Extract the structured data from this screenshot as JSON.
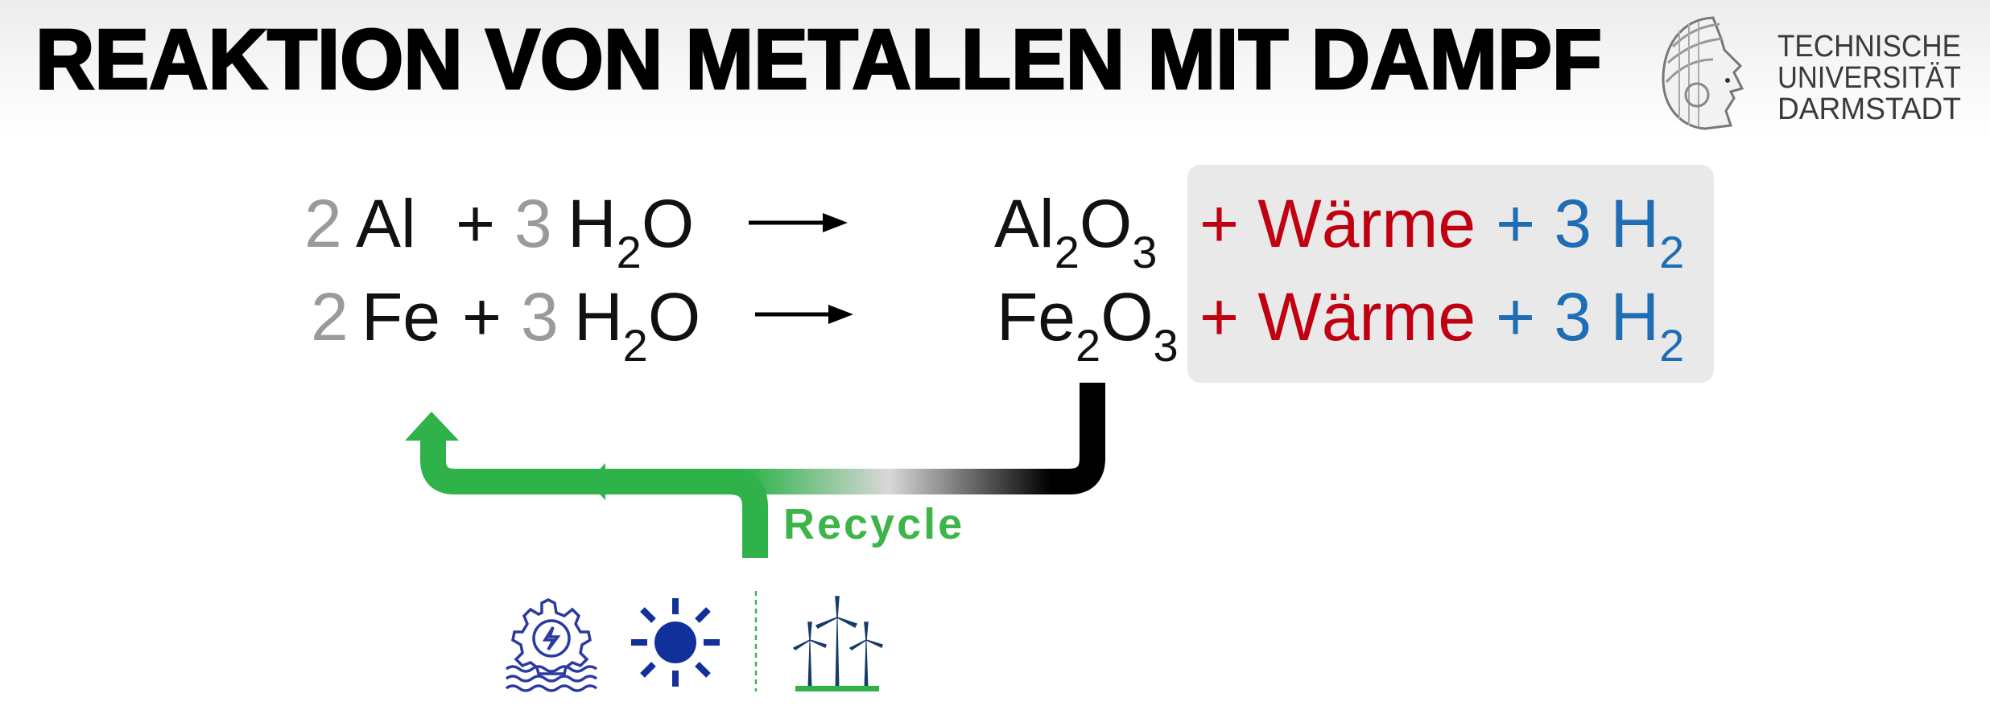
{
  "title": "REAKTION VON METALLEN MIT DAMPF",
  "logo": {
    "lines": [
      "TECHNISCHE",
      "UNIVERSITÄT",
      "DARMSTADT"
    ]
  },
  "equations": [
    {
      "coef_metal": "2",
      "metal": "Al",
      "plus": "+",
      "coef_water": "3",
      "water": {
        "h": "H",
        "sub": "2",
        "o": "O"
      },
      "product": {
        "a": "Al",
        "a_sub": "2",
        "b": "O",
        "b_sub": "3"
      },
      "heat_plus": "+",
      "heat": "Wärme",
      "h2_plus": "+",
      "h2_coef": "3",
      "h2": "H",
      "h2_sub": "2"
    },
    {
      "coef_metal": "2",
      "metal": "Fe",
      "plus": "+",
      "coef_water": "3",
      "water": {
        "h": "H",
        "sub": "2",
        "o": "O"
      },
      "product": {
        "a": "Fe",
        "a_sub": "2",
        "b": "O",
        "b_sub": "3"
      },
      "heat_plus": "+",
      "heat": "Wärme",
      "h2_plus": "+",
      "h2_coef": "3",
      "h2": "H",
      "h2_sub": "2"
    }
  ],
  "recycle_label": "Recycle",
  "icons": [
    "hydropower-icon",
    "sun-icon",
    "wind-turbines-icon"
  ],
  "colors": {
    "heat": "#c00010",
    "hydrogen": "#1f6db4",
    "recycle_green": "#3db549",
    "coefficient_gray": "#9a9a9a",
    "icon_blue": "#12309a"
  }
}
